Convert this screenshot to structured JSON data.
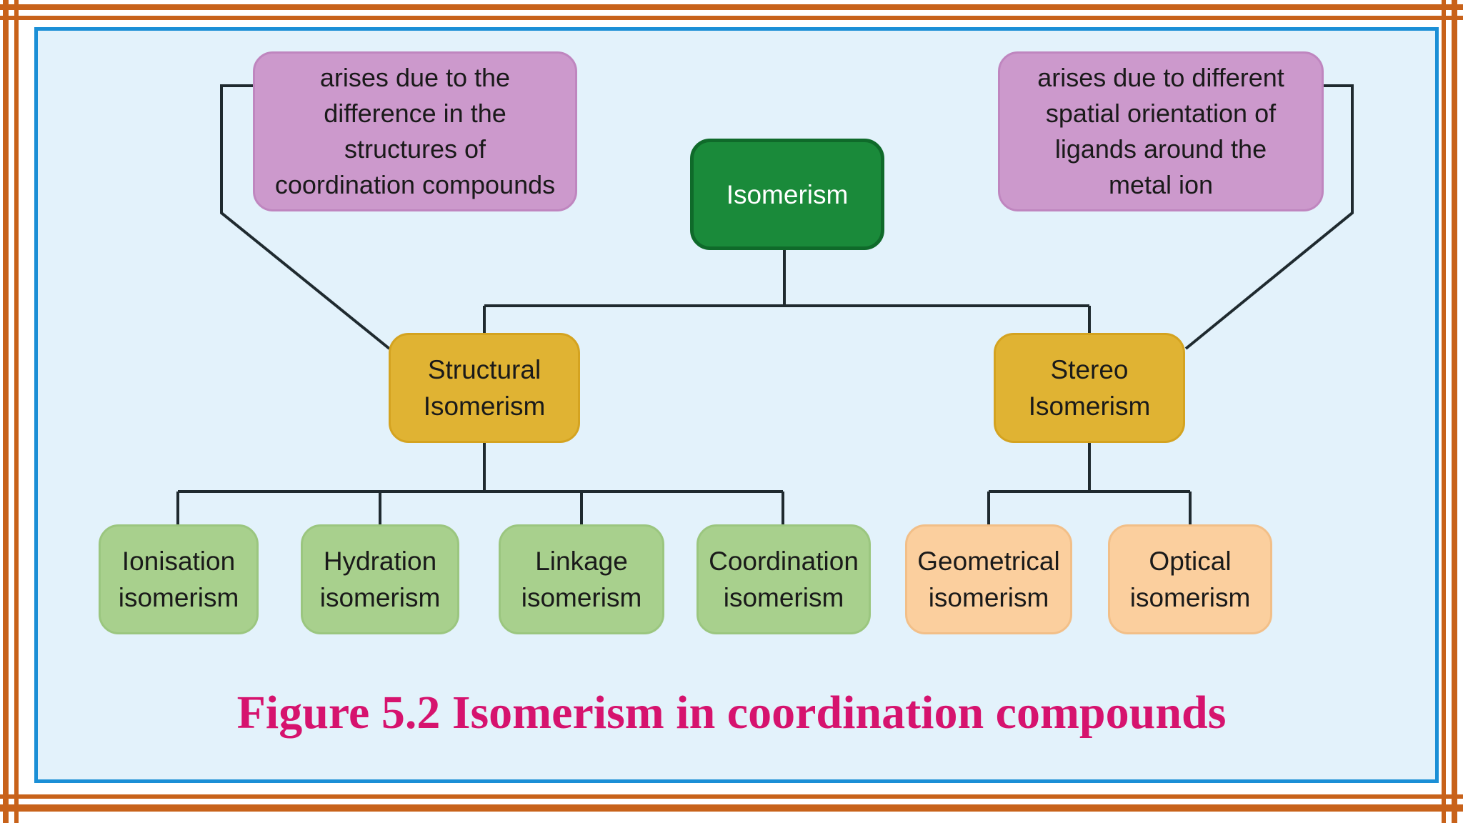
{
  "diagram": {
    "root": "Isomerism",
    "notes": {
      "structural": "arises due to the\ndifference in the\nstructures of\ncoordination compounds",
      "stereo": "arises due to different\nspatial orientation of\nligands around the\nmetal ion"
    },
    "branches": {
      "structural": "Structural\nIsomerism",
      "stereo": "Stereo\nIsomerism"
    },
    "structural_types": {
      "ionisation": "Ionisation\nisomerism",
      "hydration": "Hydration\nisomerism",
      "linkage": "Linkage\nisomerism",
      "coordination": "Coordination\nisomerism"
    },
    "stereo_types": {
      "geometrical": "Geometrical\nisomerism",
      "optical": "Optical\nisomerism"
    },
    "caption": "Figure 5.2 Isomerism in coordination compounds"
  },
  "colors": {
    "frame": "#c8621a",
    "panel_border": "#1b8fd6",
    "panel_bg": "#e3f2fb",
    "note": "#cc99cc",
    "root": "#1a8a3a",
    "branch": "#e0b333",
    "structural_leaf": "#a8d08d",
    "stereo_leaf": "#fbcf9e",
    "caption": "#d6136e"
  }
}
